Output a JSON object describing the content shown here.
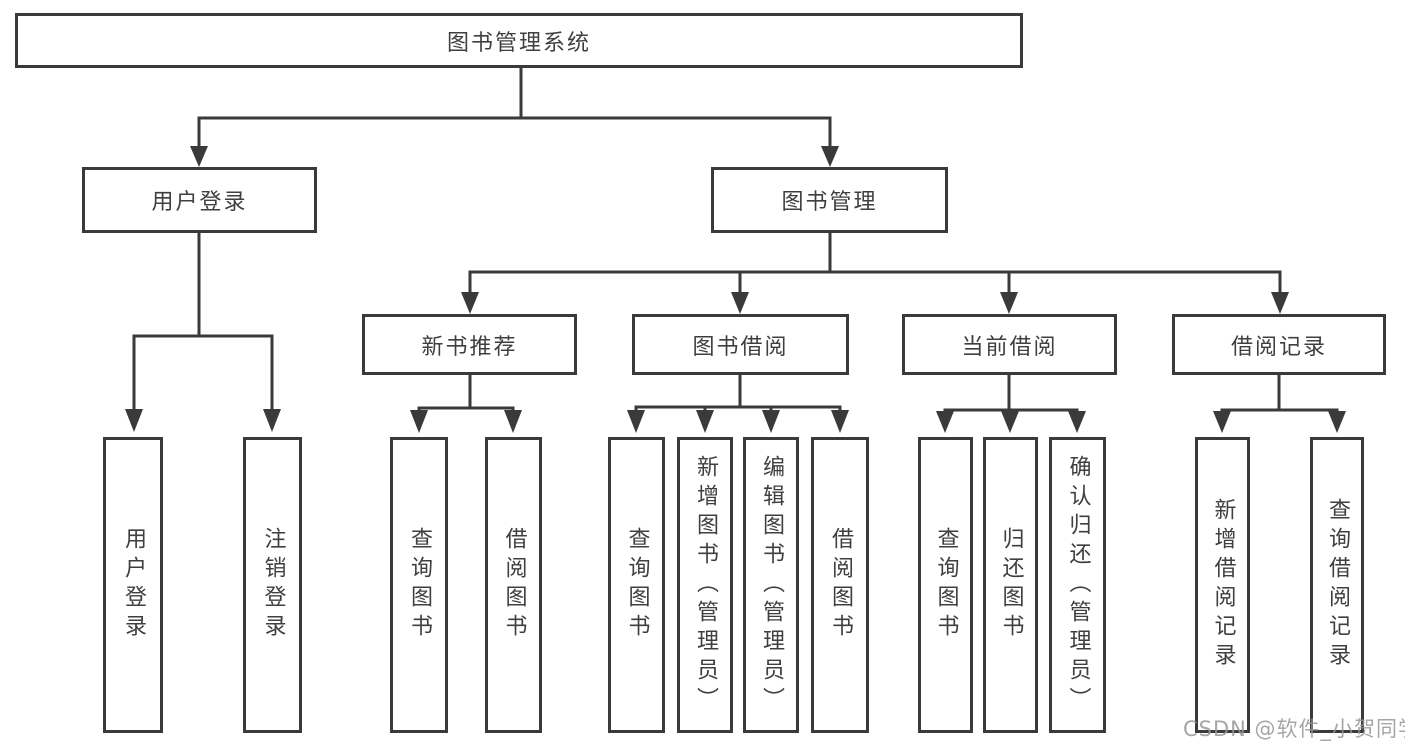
{
  "diagram": {
    "root": {
      "label": "图书管理系统"
    },
    "branches": [
      {
        "label": "用户登录",
        "children": [
          {
            "label": "用户登录"
          },
          {
            "label": "注销登录"
          }
        ]
      },
      {
        "label": "图书管理",
        "children": [
          {
            "label": "新书推荐",
            "children": [
              {
                "label": "查询图书"
              },
              {
                "label": "借阅图书"
              }
            ]
          },
          {
            "label": "图书借阅",
            "children": [
              {
                "label": "查询图书"
              },
              {
                "label": "新增图书（管理员）"
              },
              {
                "label": "编辑图书（管理员）"
              },
              {
                "label": "借阅图书"
              }
            ]
          },
          {
            "label": "当前借阅",
            "children": [
              {
                "label": "查询图书"
              },
              {
                "label": "归还图书"
              },
              {
                "label": "确认归还（管理员）"
              }
            ]
          },
          {
            "label": "借阅记录",
            "children": [
              {
                "label": "新增借阅记录"
              },
              {
                "label": "查询借阅记录"
              }
            ]
          }
        ]
      }
    ],
    "watermark": "CSDN @软件_小贺同学",
    "colors": {
      "line": "#3a3a3a",
      "text": "#3f3f3f",
      "watermark": "#969696",
      "background": "#ffffff"
    }
  }
}
